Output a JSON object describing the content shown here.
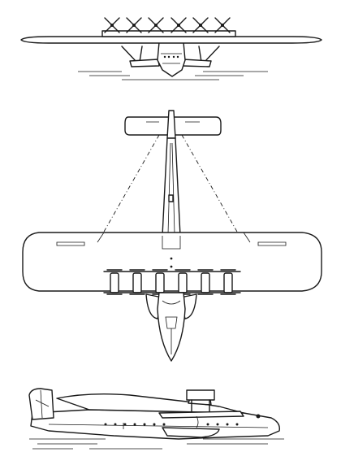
{
  "drawing": {
    "subject": "",
    "views": [
      "front",
      "top",
      "side"
    ],
    "engine_pairs": 6,
    "ink_color": "#1a1a1a",
    "paper_color": "#ffffff"
  }
}
